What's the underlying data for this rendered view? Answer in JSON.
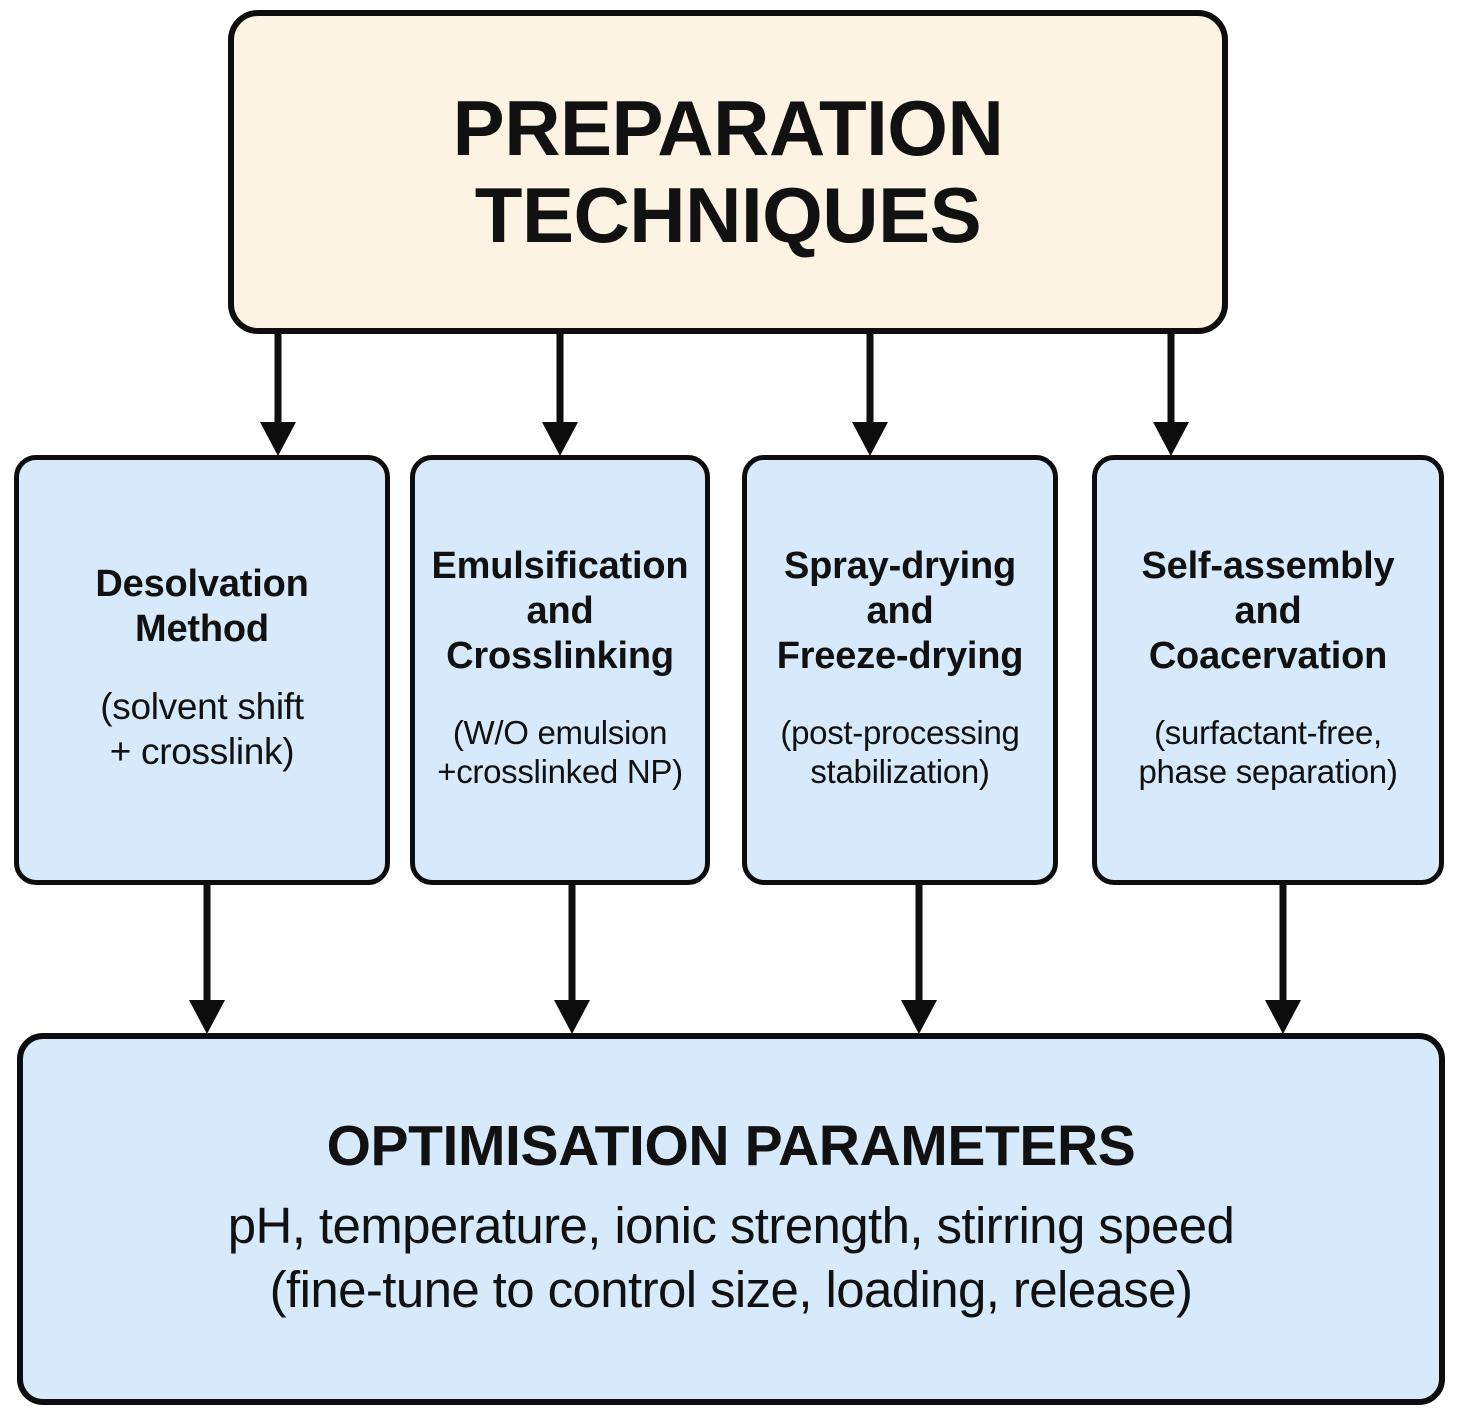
{
  "header": {
    "lines": [
      "PREPARATION",
      "TECHNIQUES"
    ],
    "background": "#FDF3E3"
  },
  "techniques": [
    {
      "title_lines": [
        "Desolvation",
        "Method"
      ],
      "detail_lines": [
        "(solvent shift",
        "+ crosslink)"
      ],
      "background": "#D6EAFB"
    },
    {
      "title_lines": [
        "Emulsification",
        "and",
        "Crosslinking"
      ],
      "detail_lines": [
        "(W/O emulsion",
        "+crosslinked NP)"
      ],
      "background": "#D6EAFB"
    },
    {
      "title_lines": [
        "Spray-drying",
        "and",
        "Freeze-drying"
      ],
      "detail_lines": [
        "(post-processing",
        "stabilization)"
      ],
      "background": "#D6EAFB"
    },
    {
      "title_lines": [
        "Self-assembly",
        "and",
        "Coacervation"
      ],
      "detail_lines": [
        "(surfactant-free,",
        "phase separation)"
      ],
      "background": "#D6EAFB"
    }
  ],
  "parameters": {
    "title": "OPTIMISATION PARAMETERS",
    "line_1": "pH, temperature, ionic strength, stirring speed",
    "line_2": "(fine-tune to control size, loading, release)",
    "background": "#D6EAFB"
  },
  "style": {
    "stroke": "#0D0D0D",
    "text": "#111111",
    "canvas_background": "#FFFFFF"
  }
}
